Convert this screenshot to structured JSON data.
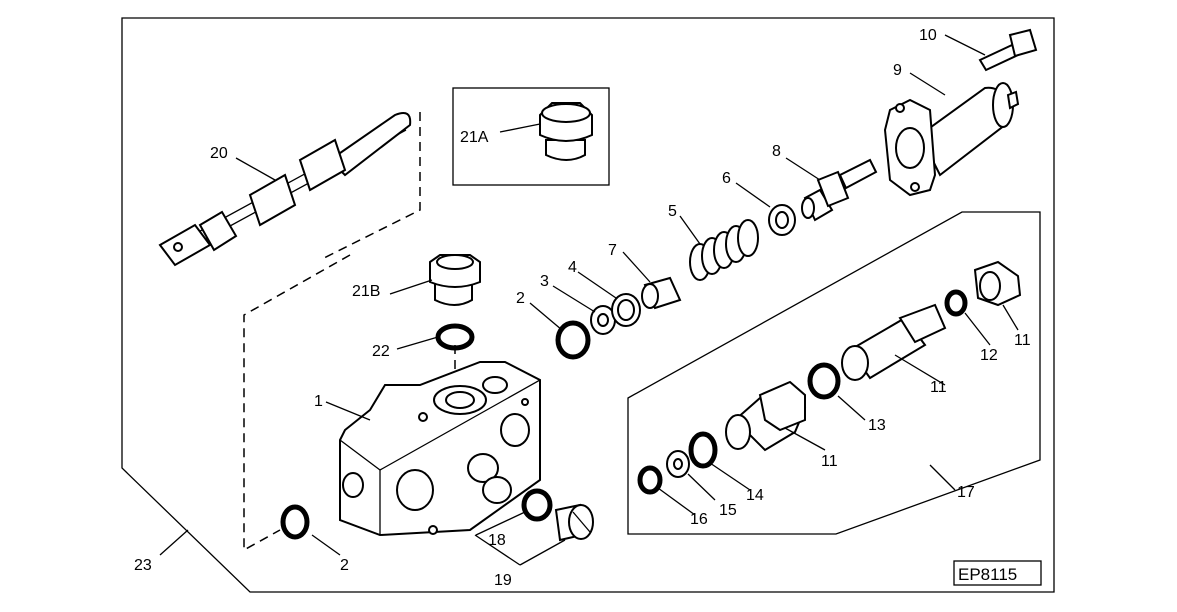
{
  "diagram": {
    "reference_code": "EP8115",
    "labels": {
      "p1": "1",
      "p2a": "2",
      "p2b": "2",
      "p3": "3",
      "p4": "4",
      "p5": "5",
      "p6": "6",
      "p7": "7",
      "p8": "8",
      "p9": "9",
      "p10": "10",
      "p11a": "11",
      "p11b": "11",
      "p11c": "11",
      "p12": "12",
      "p13": "13",
      "p14": "14",
      "p15": "15",
      "p16": "16",
      "p17": "17",
      "p18": "18",
      "p19": "19",
      "p20": "20",
      "p21a": "21A",
      "p21b": "21B",
      "p22": "22",
      "p23": "23"
    }
  }
}
